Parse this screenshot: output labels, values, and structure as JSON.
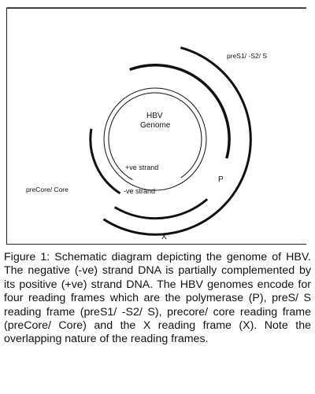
{
  "diagram": {
    "center_label_line1": "HBV",
    "center_label_line2": "Genome",
    "plus_strand_label": "+ve strand",
    "minus_strand_label": "-ve strand",
    "pres_label": "preS1/ -S2/ S",
    "p_label": "P",
    "precore_label": "preCore/ Core",
    "x_label": "X"
  },
  "caption": {
    "text": "Figure 1: Schematic diagram depicting the genome of HBV. The negative (-ve) strand DNA is partially complemented by its positive (+ve) strand DNA. The HBV genomes encode for four reading frames which are the polymerase (P), preS/ S reading frame (preS1/ -S2/ S), precore/ core reading frame (preCore/ Core) and the X reading frame (X). Note the overlapping nature of the reading frames."
  },
  "colors": {
    "line": "#111111",
    "background": "#ffffff"
  }
}
